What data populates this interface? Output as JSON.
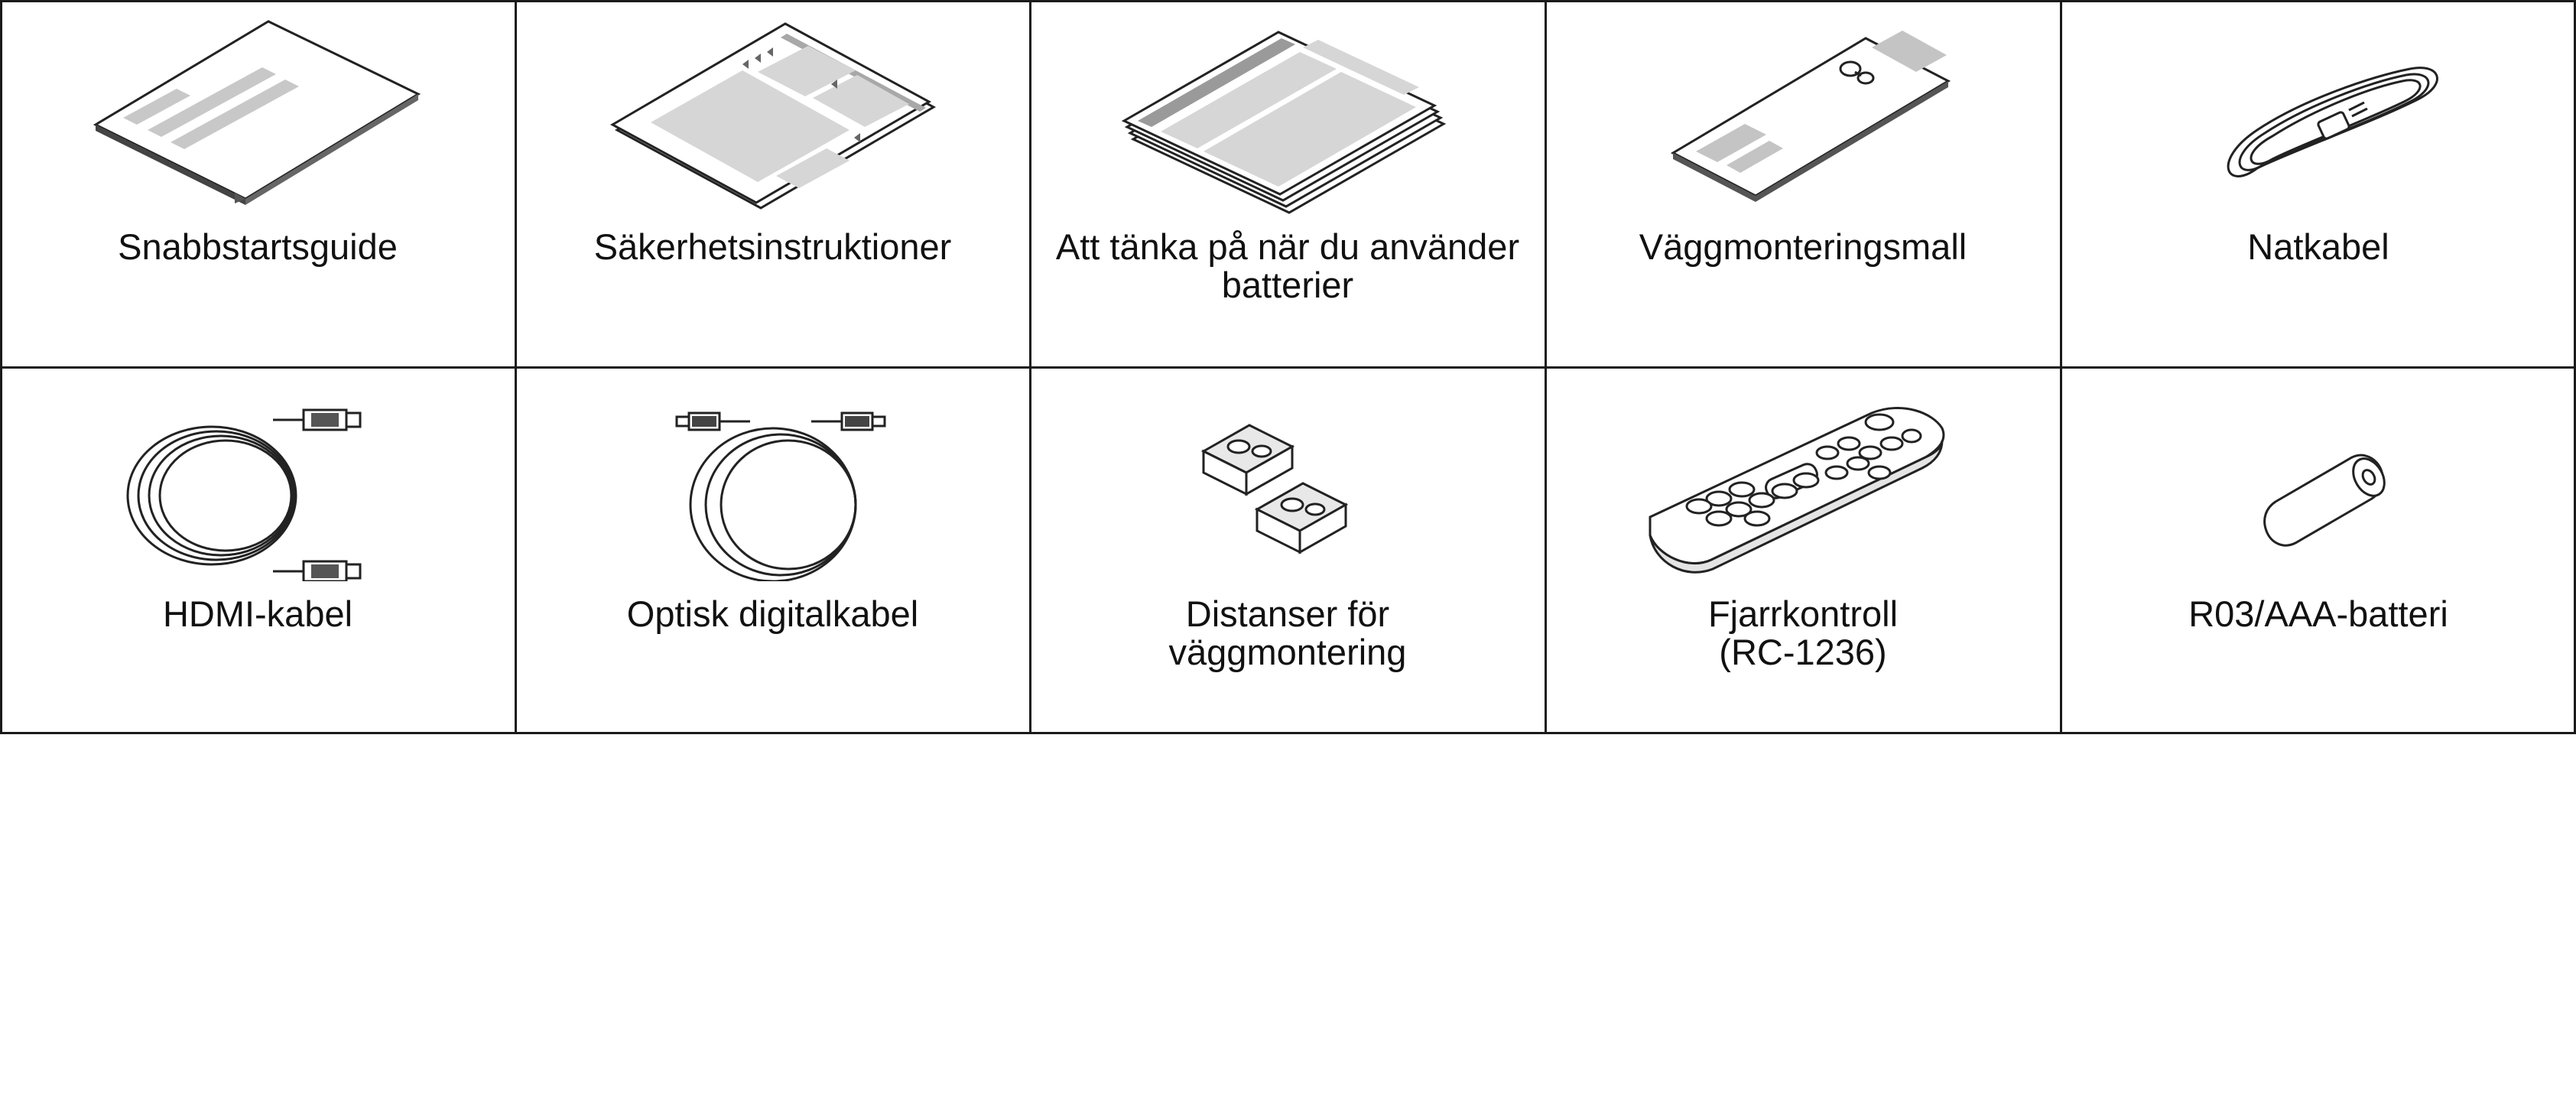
{
  "items": [
    {
      "icon": "quick-start-guide-icon",
      "lines": [
        "Snabbstartsguide"
      ]
    },
    {
      "icon": "safety-instructions-icon",
      "lines": [
        "Säkerhetsinstruktioner"
      ]
    },
    {
      "icon": "battery-notes-icon",
      "lines": [
        "Att tänka på när du använder",
        "batterier"
      ]
    },
    {
      "icon": "wall-mount-template-icon",
      "lines": [
        "Väggmonteringsmall"
      ]
    },
    {
      "icon": "power-cable-icon",
      "lines": [
        "Natkabel"
      ]
    },
    {
      "icon": "hdmi-cable-icon",
      "lines": [
        "HDMI-kabel"
      ]
    },
    {
      "icon": "optical-cable-icon",
      "lines": [
        "Optisk digitalkabel"
      ]
    },
    {
      "icon": "wall-spacers-icon",
      "lines": [
        "Distanser för",
        "väggmontering"
      ]
    },
    {
      "icon": "remote-control-icon",
      "lines": [
        "Fjarrkontroll",
        "(RC-1236)"
      ]
    },
    {
      "icon": "battery-icon",
      "lines": [
        "R03/AAA-batteri"
      ]
    }
  ]
}
